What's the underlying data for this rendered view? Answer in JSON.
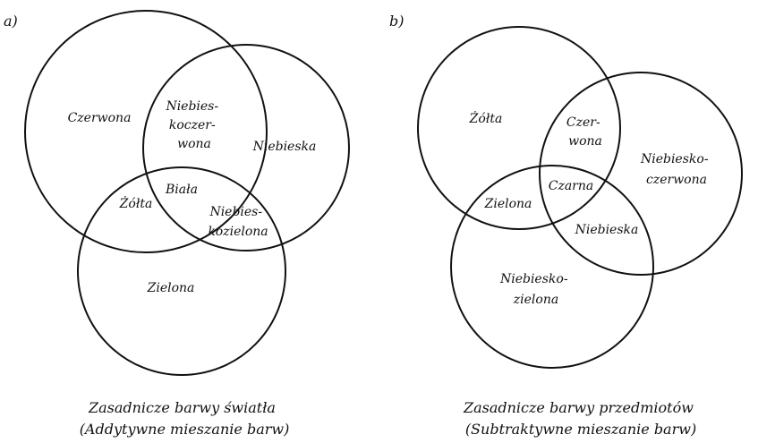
{
  "panel_a": {
    "letter": "a)",
    "regions": {
      "red": "Czerwona",
      "blue": "Niebieska",
      "green": "Zielona",
      "red_blue": [
        "Niebies-",
        "koczer-",
        "wona"
      ],
      "red_green": "Żółta",
      "blue_green": [
        "Niebies-",
        "kozielona"
      ],
      "center": "Biała"
    },
    "caption": [
      "Zasadnicze barwy światła",
      "(Addytywne mieszanie barw)"
    ]
  },
  "panel_b": {
    "letter": "b)",
    "regions": {
      "yellow": "Żółta",
      "magenta": [
        "Niebiesko-",
        "czerwona"
      ],
      "cyan": [
        "Niebiesko-",
        "zielona"
      ],
      "yellow_magenta": [
        "Czer-",
        "wona"
      ],
      "yellow_cyan": "Zielona",
      "magenta_cyan": "Niebieska",
      "center": "Czarna"
    },
    "caption": [
      "Zasadnicze barwy przedmiotów",
      "(Subtraktywne mieszanie barw)"
    ]
  }
}
